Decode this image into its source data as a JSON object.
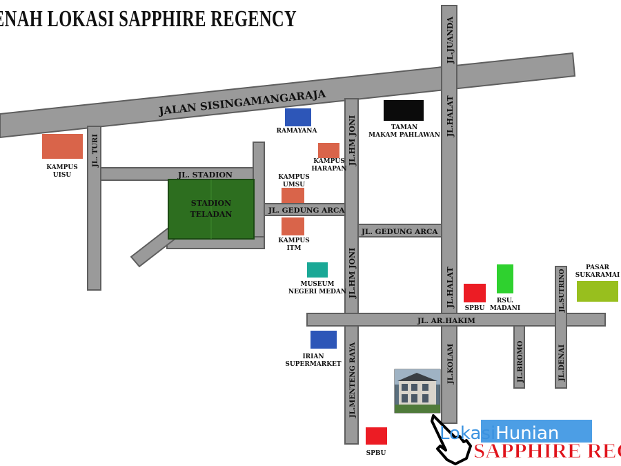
{
  "title": "DENAH LOKASI SAPPHIRE REGENCY",
  "roads": {
    "sisingamangaraja": "JALAN SISINGAMANGARAJA",
    "juanda": "JL.JUANDA",
    "halat_north": "JL.HALAT",
    "halat_south": "JL.HALAT",
    "hm_joni_north": "JL.HM JONI",
    "hm_joni_south": "JL.HM JONI",
    "turi": "JL. TURI",
    "stadion": "JL. STADION",
    "gedung_arca_west": "JL. GEDUNG ARCA",
    "gedung_arca_east": "JL. GEDUNG ARCA",
    "ar_hakim": "JL. AR.HAKIM",
    "menteng_raya": "JL.MENTENG RAYA",
    "kolam": "JL.KOLAM",
    "bromo": "JL.BROMO",
    "denai": "JL.DENAI",
    "sutrino": "JL.SUTRINO"
  },
  "landmarks": {
    "stadion": [
      "STADION",
      "TELADAN"
    ],
    "ramayana": "RAMAYANA",
    "taman": [
      "TAMAN",
      "MAKAM PAHLAWAN"
    ],
    "kampus_uisu": [
      "KAMPUS",
      "UISU"
    ],
    "kampus_harapan": [
      "KAMPUS",
      "HARAPAN"
    ],
    "kampus_umsu": [
      "KAMPUS",
      "UMSU"
    ],
    "kampus_itm": [
      "KAMPUS",
      "ITM"
    ],
    "museum": [
      "MUSEUM",
      "NEGERI MEDAN"
    ],
    "irian": [
      "IRIAN",
      "SUPERMARKET"
    ],
    "spbu_north": "SPBU",
    "spbu_south": "SPBU",
    "rsu": [
      "RSU.",
      "MADANI"
    ],
    "pasar": [
      "PASAR",
      "SUKARAMAI"
    ]
  },
  "colors": {
    "road": "#9a9a9a",
    "stadium": "#2d6e1f",
    "campus": "#d9644a",
    "blue": "#2d56b8",
    "teal": "#1aa896",
    "red": "#ec1c24",
    "green": "#2fd12f",
    "olive": "#98bf1e",
    "black": "#0b0b0b"
  },
  "watermark": {
    "part1": "Lokasi",
    "part2": "Hunian"
  },
  "brand": "SAPPHIRE REGENCY"
}
